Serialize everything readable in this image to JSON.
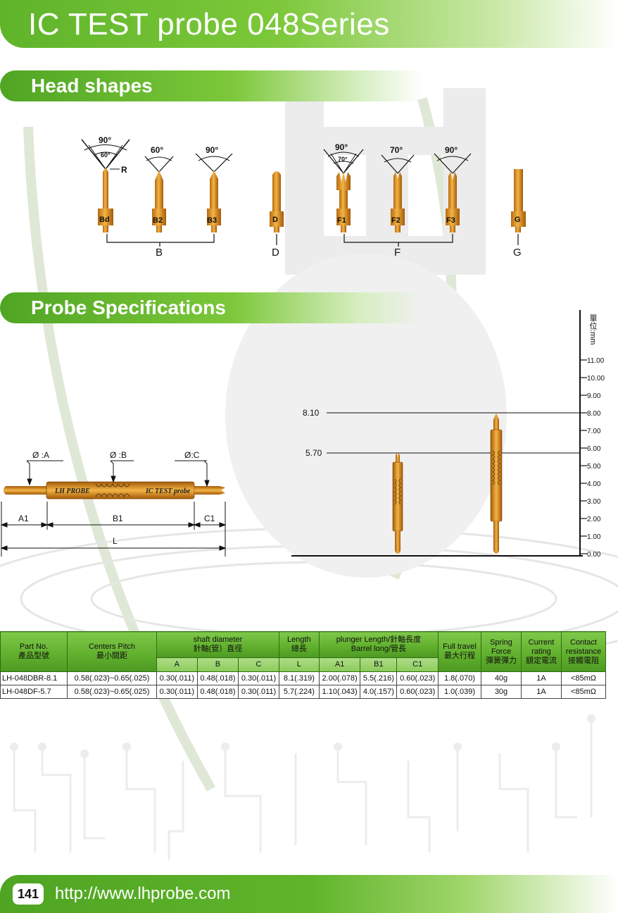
{
  "header": {
    "title": "IC TEST probe 048Series"
  },
  "sections": {
    "head_shapes": "Head shapes",
    "specs": "Probe Specifications"
  },
  "head_shapes": {
    "probes": [
      {
        "code": "Bd",
        "angles": [
          "90°",
          "60°"
        ],
        "extra": "R"
      },
      {
        "code": "B2",
        "angles": [
          "60°"
        ]
      },
      {
        "code": "B3",
        "angles": [
          "90°"
        ]
      },
      {
        "code": "D",
        "angles": []
      },
      {
        "code": "F1",
        "angles": [
          "90°",
          "70°"
        ]
      },
      {
        "code": "F2",
        "angles": [
          "70°"
        ]
      },
      {
        "code": "F3",
        "angles": [
          "90°"
        ]
      },
      {
        "code": "G",
        "angles": []
      }
    ],
    "groups": [
      "B",
      "D",
      "F",
      "G"
    ]
  },
  "spec_diagram": {
    "dia_a": "Ø :A",
    "dia_b": "Ø :B",
    "dia_c": "Ø:C",
    "label_a1": "A1",
    "label_b1": "B1",
    "label_c1": "C1",
    "label_l": "L",
    "barrel_left": "LH PROBE",
    "barrel_right": "IC TEST probe"
  },
  "scale": {
    "unit": "單位:mm",
    "ticks": [
      "11.00",
      "10.00",
      "9.00",
      "8.00",
      "7.00",
      "6.00",
      "5.00",
      "4.00",
      "3.00",
      "2.00",
      "1.00",
      "0.00"
    ],
    "marks": [
      "8.10",
      "5.70"
    ]
  },
  "table": {
    "headers": {
      "part_no": [
        "Part No.",
        "產品型號"
      ],
      "pitch": [
        "Centers Pitch",
        "最小間距"
      ],
      "shaft": [
        "shaft diameter",
        "針軸(管）直徑"
      ],
      "length": [
        "Length",
        "總長"
      ],
      "plunger": [
        "plunger Length/針軸長度",
        "Barrel long/管長"
      ],
      "travel": [
        "Full travel",
        "最大行程"
      ],
      "spring": [
        "Spring",
        "Force",
        "彈簧彈力"
      ],
      "current": [
        "Current",
        "rating",
        "額定電流"
      ],
      "contact": [
        "Contact",
        "resistance",
        "接觸電阻"
      ],
      "sub": [
        "A",
        "B",
        "C",
        "L",
        "A1",
        "B1",
        "C1"
      ]
    },
    "rows": [
      [
        "LH-048DBR-8.1",
        "0.58(.023)~0.65(.025)",
        "0.30(.011)",
        "0.48(.018)",
        "0.30(.011)",
        "8.1(.319)",
        "2.00(.078)",
        "5.5(.216)",
        "0.60(.023)",
        "1.8(.070)",
        "40g",
        "1A",
        "<85mΩ"
      ],
      [
        "LH-048DF-5.7",
        "0.58(.023)~0.65(.025)",
        "0.30(.011)",
        "0.48(.018)",
        "0.30(.011)",
        "5.7(.224)",
        "1.10(.043)",
        "4.0(.157)",
        "0.60(.023)",
        "1.0(.039)",
        "30g",
        "1A",
        "<85mΩ"
      ]
    ]
  },
  "footer": {
    "page": "141",
    "url": "http://www.lhprobe.com"
  }
}
